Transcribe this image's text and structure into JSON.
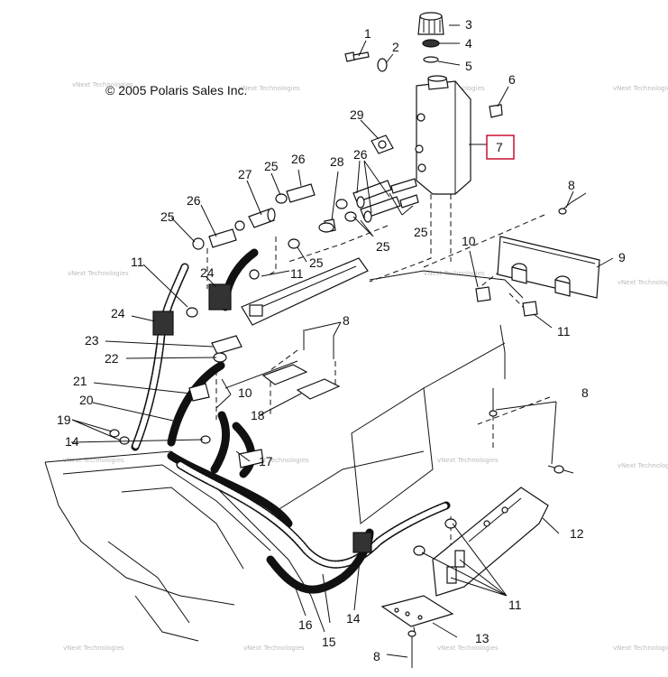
{
  "copyright": "© 2005 Polaris Sales Inc.",
  "watermark": "vNext Technologies",
  "highlight_color": "#c8102e",
  "highlighted_callout": "7",
  "callouts": {
    "c1": "1",
    "c2": "2",
    "c3": "3",
    "c4": "4",
    "c5": "5",
    "c6": "6",
    "c7": "7",
    "c8a": "8",
    "c8b": "8",
    "c8c": "8",
    "c8d": "8",
    "c9": "9",
    "c10a": "10",
    "c10b": "10",
    "c11a": "11",
    "c11b": "11",
    "c11c": "11",
    "c11d": "11",
    "c12": "12",
    "c13": "13",
    "c14a": "14",
    "c14b": "14",
    "c15": "15",
    "c16": "16",
    "c17": "17",
    "c18": "18",
    "c19": "19",
    "c20": "20",
    "c21": "21",
    "c22": "22",
    "c23": "23",
    "c24a": "24",
    "c24b": "24",
    "c25a": "25",
    "c25b": "25",
    "c25c": "25",
    "c25d": "25",
    "c25e": "25",
    "c26a": "26",
    "c26b": "26",
    "c26c": "26",
    "c27": "27",
    "c28": "28",
    "c29": "29"
  }
}
